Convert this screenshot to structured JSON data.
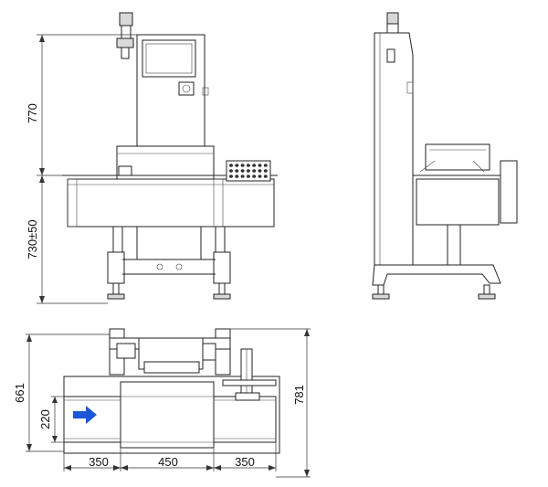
{
  "dimensions": {
    "height_upper": "770",
    "height_lower": "730±50",
    "depth_total": "661",
    "depth_outer": "781",
    "belt_width": "220",
    "length_infeed": "350",
    "length_middle": "450",
    "length_outfeed": "350"
  },
  "colors": {
    "line": "#222222",
    "arrow": "#1a57d6",
    "panel_fill": "#d9d9d9"
  }
}
